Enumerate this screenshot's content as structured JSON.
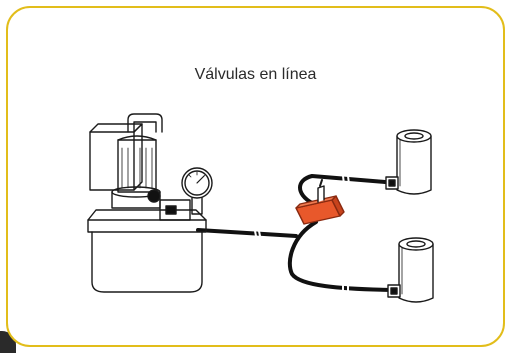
{
  "card": {
    "title": "Válvulas en línea",
    "border_color": "#e2bd1a"
  },
  "diagram": {
    "components": [
      {
        "name": "hydraulic-pump",
        "icon": "pump-icon"
      },
      {
        "name": "pressure-gauge",
        "icon": "gauge-icon"
      },
      {
        "name": "inline-valve",
        "icon": "valve-icon",
        "color": "#e8582b"
      },
      {
        "name": "cylinder-upper",
        "icon": "cylinder-icon"
      },
      {
        "name": "cylinder-lower",
        "icon": "cylinder-icon"
      }
    ]
  }
}
